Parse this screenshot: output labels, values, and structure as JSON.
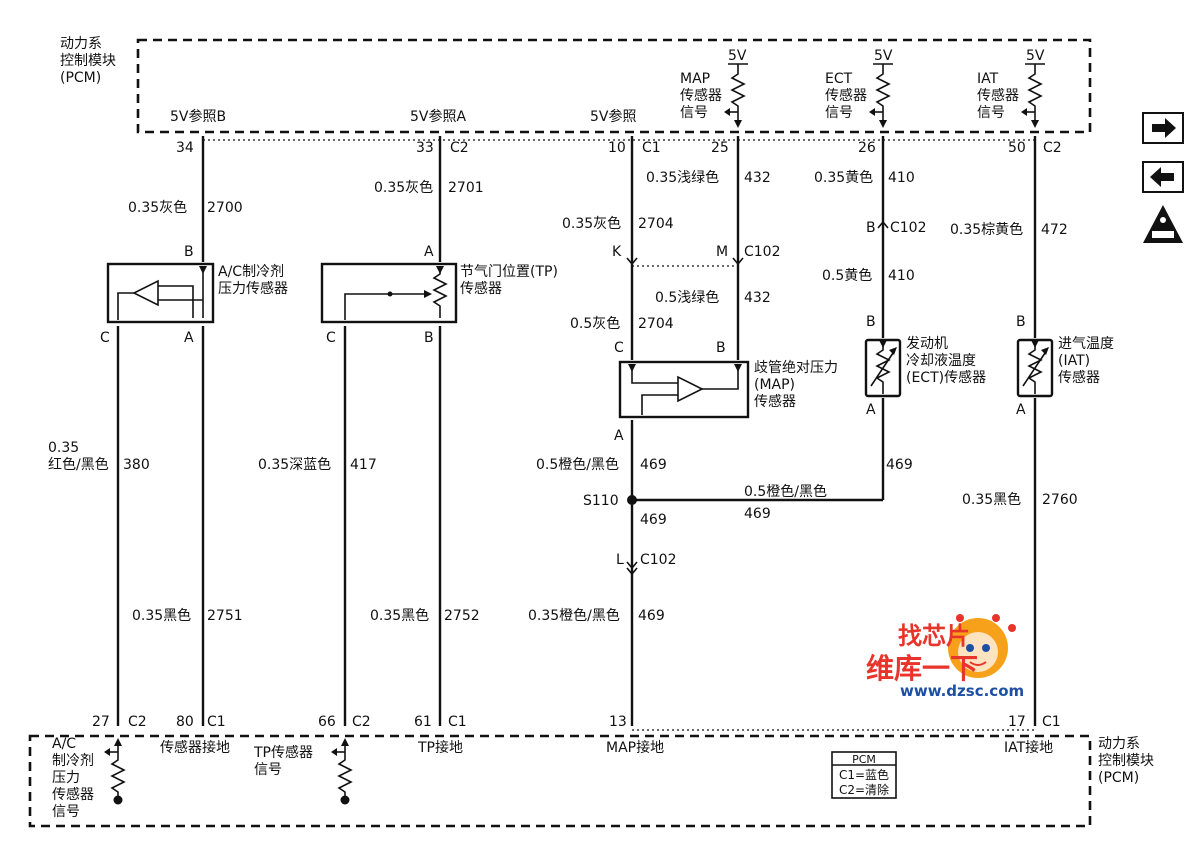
{
  "pcm_top": {
    "title": [
      "动力系",
      "控制模块",
      "(PCM)"
    ]
  },
  "pcm_bottom": {
    "title": [
      "动力系",
      "控制模块",
      "(PCM)"
    ]
  },
  "ref_labels": {
    "b": "5V参照B",
    "a": "5V参照A",
    "plain": "5V参照"
  },
  "supply": {
    "v5": "5V"
  },
  "signals": {
    "map": [
      "MAP",
      "传感器",
      "信号"
    ],
    "ect": [
      "ECT",
      "传感器",
      "信号"
    ],
    "iat": [
      "IAT",
      "传感器",
      "信号"
    ]
  },
  "pins_top": {
    "p34": "34",
    "p33": "33",
    "c2a": "C2",
    "p10": "10",
    "c1a": "C1",
    "p25": "25",
    "p26": "26",
    "p50": "50",
    "c2b": "C2"
  },
  "wires": {
    "w2700": {
      "color": "0.35灰色",
      "num": "2700"
    },
    "w2701": {
      "color": "0.35灰色",
      "num": "2701"
    },
    "w432a": {
      "color": "0.35浅绿色",
      "num": "432"
    },
    "w410a": {
      "color": "0.35黄色",
      "num": "410"
    },
    "w472": {
      "color": "0.35棕黄色",
      "num": "472"
    },
    "w2704a": {
      "color": "0.35灰色",
      "num": "2704"
    },
    "w410b": {
      "color": "0.5黄色",
      "num": "410"
    },
    "w432b": {
      "color": "0.5浅绿色",
      "num": "432"
    },
    "w2704b": {
      "color": "0.5灰色",
      "num": "2704"
    },
    "w380": {
      "color1": "0.35",
      "color2": "红色/黑色",
      "num": "380"
    },
    "w417": {
      "color": "0.35深蓝色",
      "num": "417"
    },
    "w469a": {
      "color": "0.5橙色/黑色",
      "num": "469"
    },
    "w469b": {
      "color": "0.5橙色/黑色",
      "num": "469"
    },
    "w469c": {
      "num": "469"
    },
    "w469d": {
      "num": "469"
    },
    "w2760": {
      "color": "0.35黑色",
      "num": "2760"
    },
    "w2751": {
      "color": "0.35黑色",
      "num": "2751"
    },
    "w2752": {
      "color": "0.35黑色",
      "num": "2752"
    },
    "w469e": {
      "color": "0.35橙色/黑色",
      "num": "469"
    }
  },
  "connectors": {
    "c102_b": "B",
    "c102_a": "C102",
    "c102_k": "K",
    "c102_m": "M",
    "c102_b2": "C102",
    "s110": "S110",
    "c102_l": "L",
    "c102_c": "C102"
  },
  "sensors": {
    "ac": {
      "name": [
        "A/C制冷剂",
        "压力传感器"
      ],
      "pin_b": "B",
      "pin_c": "C",
      "pin_a": "A"
    },
    "tp": {
      "name": [
        "节气门位置(TP)",
        "传感器"
      ],
      "pin_a": "A",
      "pin_c": "C",
      "pin_b": "B"
    },
    "map": {
      "name": [
        "歧管绝对压力",
        "(MAP)",
        "传感器"
      ],
      "pin_c": "C",
      "pin_b": "B",
      "pin_a": "A"
    },
    "ect": {
      "name": [
        "发动机",
        "冷却液温度",
        "(ECT)传感器"
      ],
      "pin_b": "B",
      "pin_a": "A"
    },
    "iat": {
      "name": [
        "进气温度",
        "(IAT)",
        "传感器"
      ],
      "pin_b": "B",
      "pin_a": "A"
    }
  },
  "pins_bottom": {
    "p27": "27",
    "c2a": "C2",
    "p80": "80",
    "c1a": "C1",
    "p66": "66",
    "c2b": "C2",
    "p61": "61",
    "c1b": "C1",
    "p13": "13",
    "p17": "17",
    "c1c": "C1"
  },
  "bottom_labels": {
    "ac_signal": [
      "A/C",
      "制冷剂",
      "压力",
      "传感器",
      "信号"
    ],
    "sensor_gnd": "传感器接地",
    "tp_signal": [
      "TP传感器",
      "信号"
    ],
    "tp_gnd": "TP接地",
    "map_gnd": "MAP接地",
    "iat_gnd": "IAT接地"
  },
  "legend": {
    "title": "PCM",
    "c1": "C1=蓝色",
    "c2": "C2=清除"
  },
  "watermark": {
    "top": "找芯片",
    "middle": "维库一下",
    "url": "www.dzsc.com"
  },
  "nav": {
    "next_icon": "arrow-right-icon",
    "prev_icon": "arrow-left-icon",
    "warning_icon": "warning-triangle-icon"
  },
  "colors": {
    "line": "#111111",
    "watermark_red": "#e8342a",
    "watermark_orange": "#f7a11a",
    "url_blue": "#1d4fa5"
  }
}
